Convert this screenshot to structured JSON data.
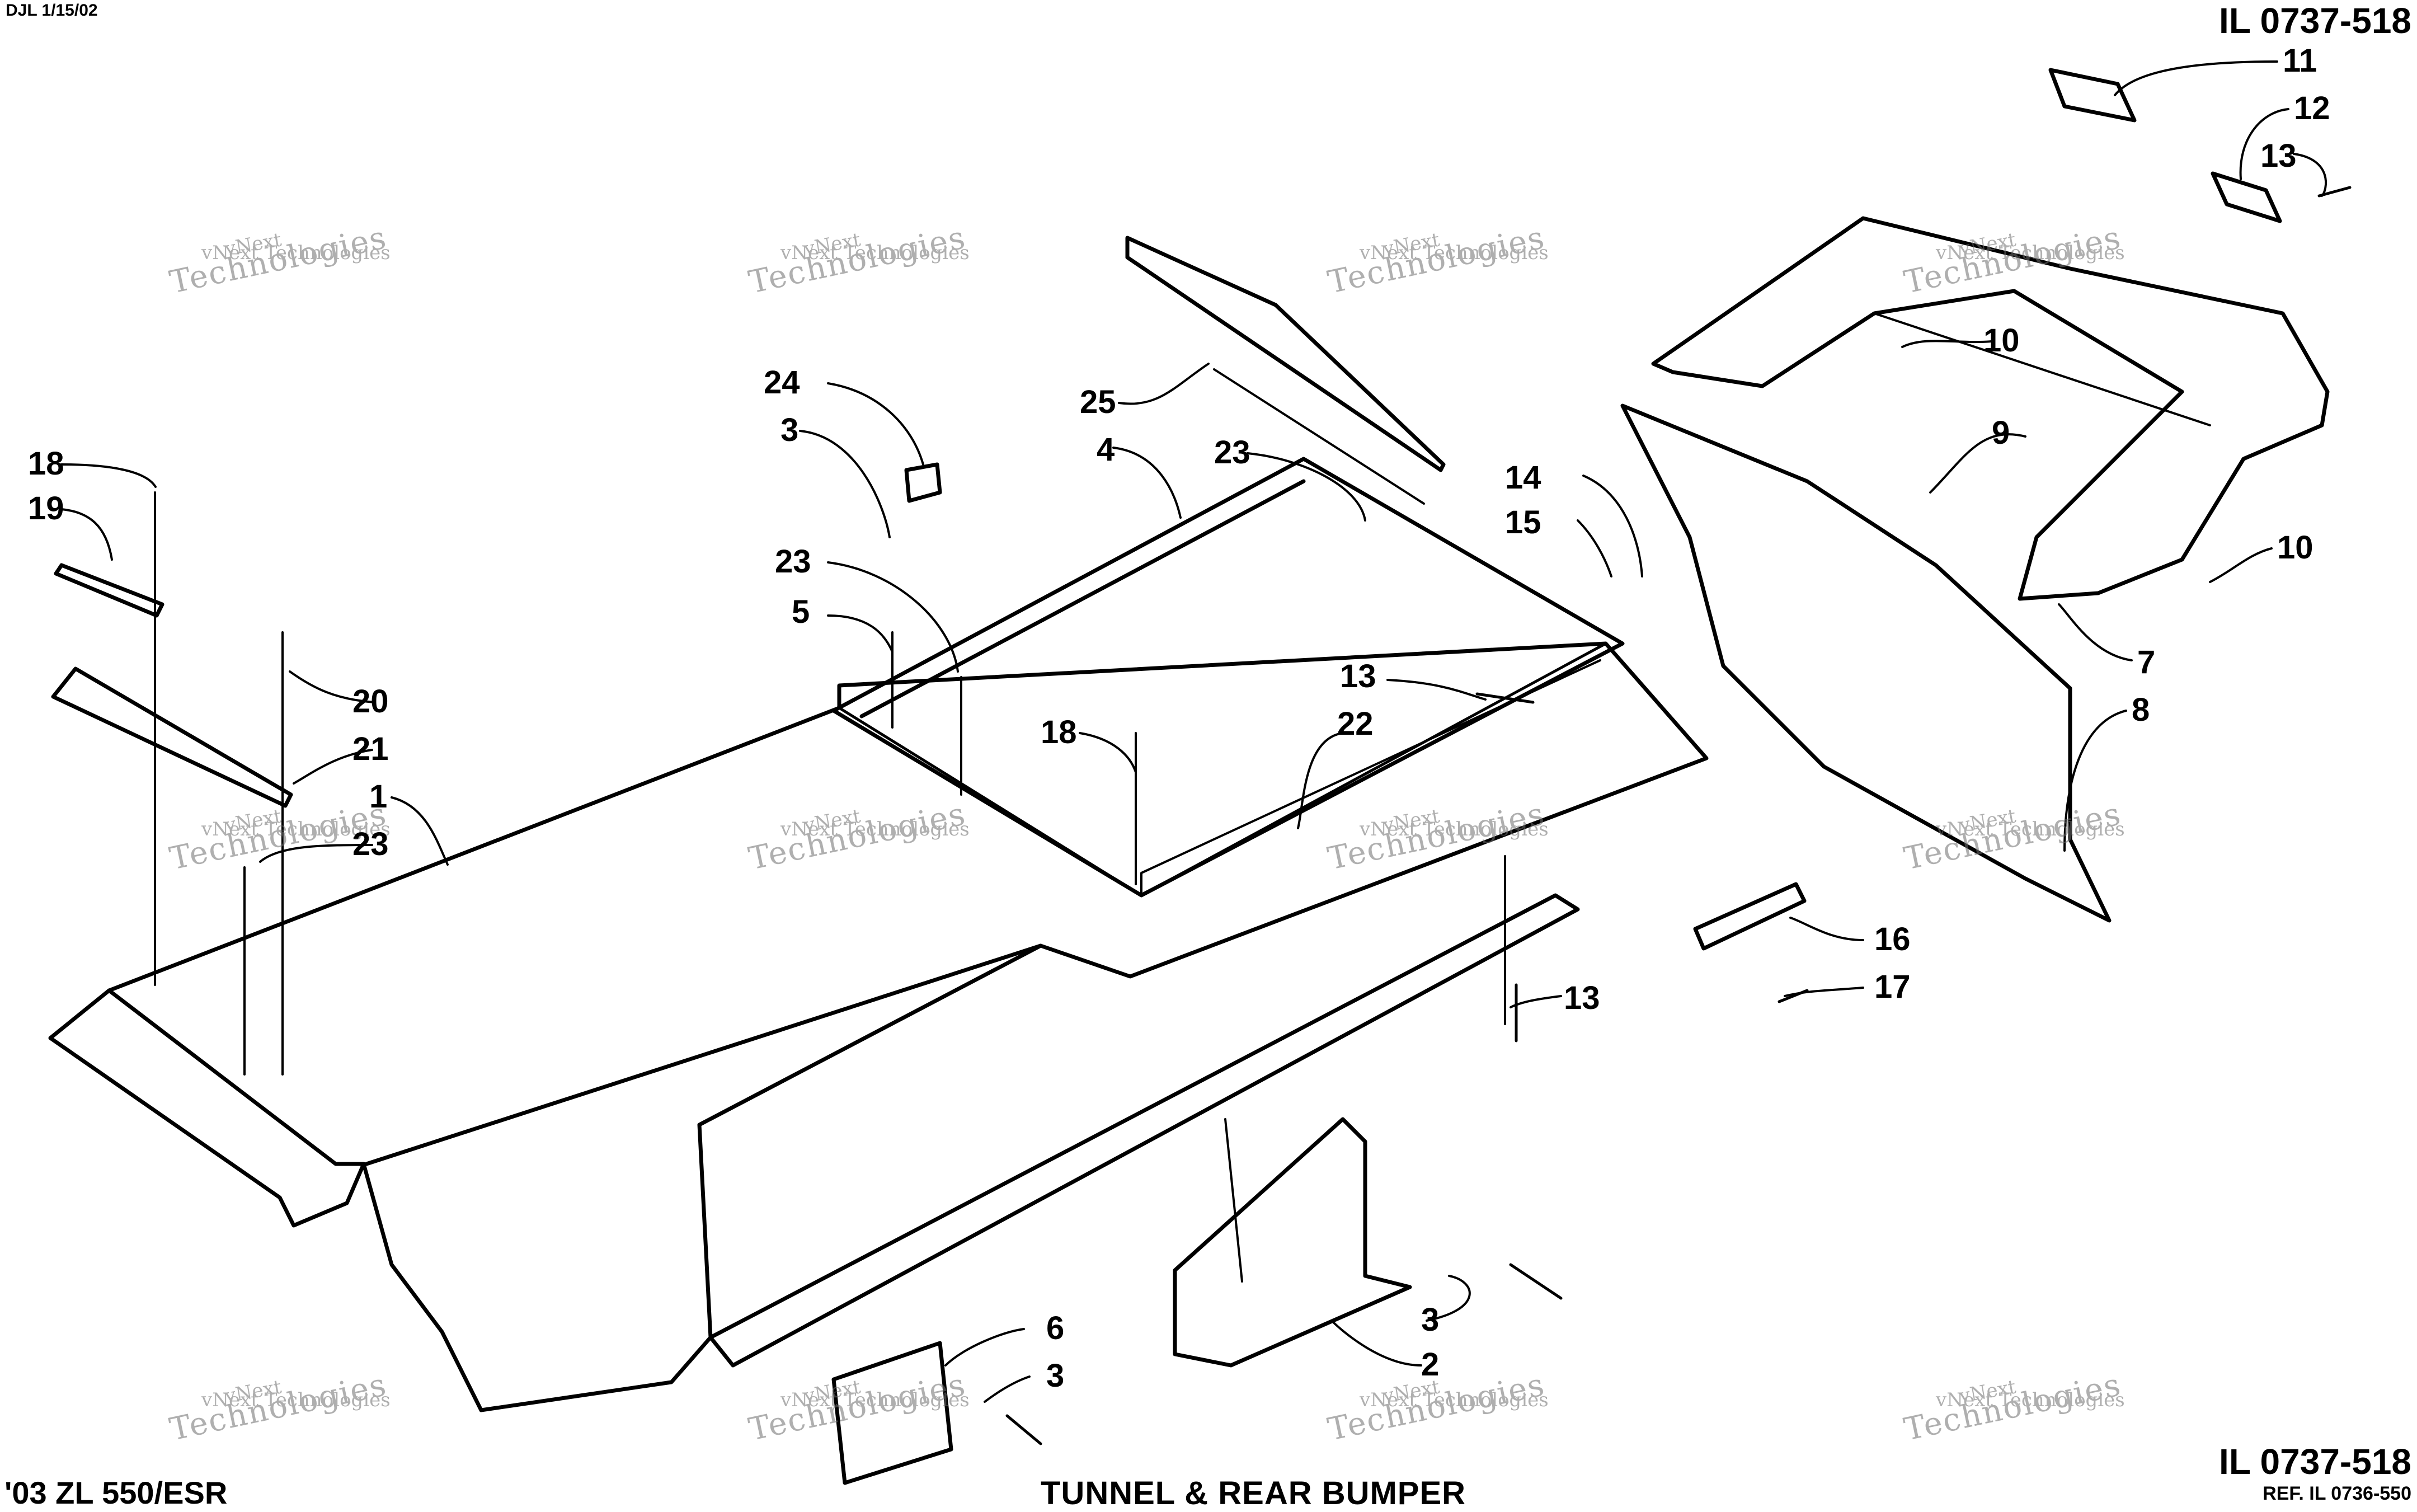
{
  "header": {
    "date": "DJL 1/15/02",
    "illustration_top": "IL 0737-518"
  },
  "footer": {
    "model": "'03 ZL 550/ESR",
    "title": "TUNNEL & REAR BUMPER",
    "illustration_bottom": "IL 0737-518",
    "reference": "REF. IL 0736-550"
  },
  "watermark": {
    "line1": "vNext",
    "line2": "vNext Technologies",
    "line3": "Technologies"
  },
  "callouts": [
    {
      "id": "c11",
      "label": "11"
    },
    {
      "id": "c12",
      "label": "12"
    },
    {
      "id": "c13a",
      "label": "13"
    },
    {
      "id": "c10a",
      "label": "10"
    },
    {
      "id": "c9",
      "label": "9"
    },
    {
      "id": "c10b",
      "label": "10"
    },
    {
      "id": "c7",
      "label": "7"
    },
    {
      "id": "c8",
      "label": "8"
    },
    {
      "id": "c14",
      "label": "14"
    },
    {
      "id": "c15",
      "label": "15"
    },
    {
      "id": "c25",
      "label": "25"
    },
    {
      "id": "c24",
      "label": "24"
    },
    {
      "id": "c3a",
      "label": "3"
    },
    {
      "id": "c4",
      "label": "4"
    },
    {
      "id": "c23a",
      "label": "23"
    },
    {
      "id": "c23b",
      "label": "23"
    },
    {
      "id": "c5",
      "label": "5"
    },
    {
      "id": "c13b",
      "label": "13"
    },
    {
      "id": "c22",
      "label": "22"
    },
    {
      "id": "c18a",
      "label": "18"
    },
    {
      "id": "c18b",
      "label": "18"
    },
    {
      "id": "c19",
      "label": "19"
    },
    {
      "id": "c20",
      "label": "20"
    },
    {
      "id": "c21",
      "label": "21"
    },
    {
      "id": "c1",
      "label": "1"
    },
    {
      "id": "c23c",
      "label": "23"
    },
    {
      "id": "c16",
      "label": "16"
    },
    {
      "id": "c17",
      "label": "17"
    },
    {
      "id": "c13c",
      "label": "13"
    },
    {
      "id": "c6",
      "label": "6"
    },
    {
      "id": "c3b",
      "label": "3"
    },
    {
      "id": "c3c",
      "label": "3"
    },
    {
      "id": "c2",
      "label": "2"
    }
  ]
}
